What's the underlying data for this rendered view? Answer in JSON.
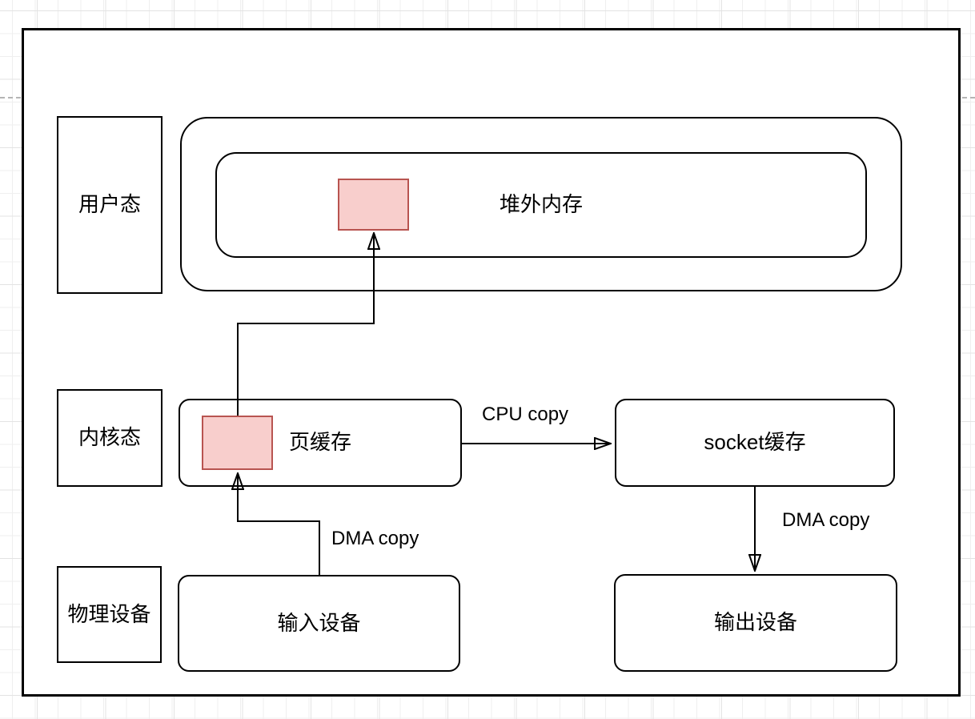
{
  "canvas": {
    "grid_minor_color": "#efefef",
    "grid_major_color": "#e3e3e3",
    "page_boundary_color": "#b5b5b5",
    "background": "#ffffff"
  },
  "layers": [
    {
      "id": "user-mode",
      "label": "用户态"
    },
    {
      "id": "kernel-mode",
      "label": "内核态"
    },
    {
      "id": "physical-device",
      "label": "物理设备"
    }
  ],
  "nodes": {
    "offheap": {
      "label": "堆外内存"
    },
    "page_cache": {
      "label": "页缓存"
    },
    "socket_buffer": {
      "label": "socket缓存"
    },
    "input_device": {
      "label": "输入设备"
    },
    "output_device": {
      "label": "输出设备"
    }
  },
  "edges": {
    "cpu_copy": {
      "label": "CPU copy"
    },
    "dma_copy_in": {
      "label": "DMA copy"
    },
    "dma_copy_out": {
      "label": "DMA copy"
    }
  },
  "colors": {
    "shape_stroke": "#000000",
    "highlight_fill": "#f8cecc",
    "highlight_stroke": "#b85450"
  }
}
